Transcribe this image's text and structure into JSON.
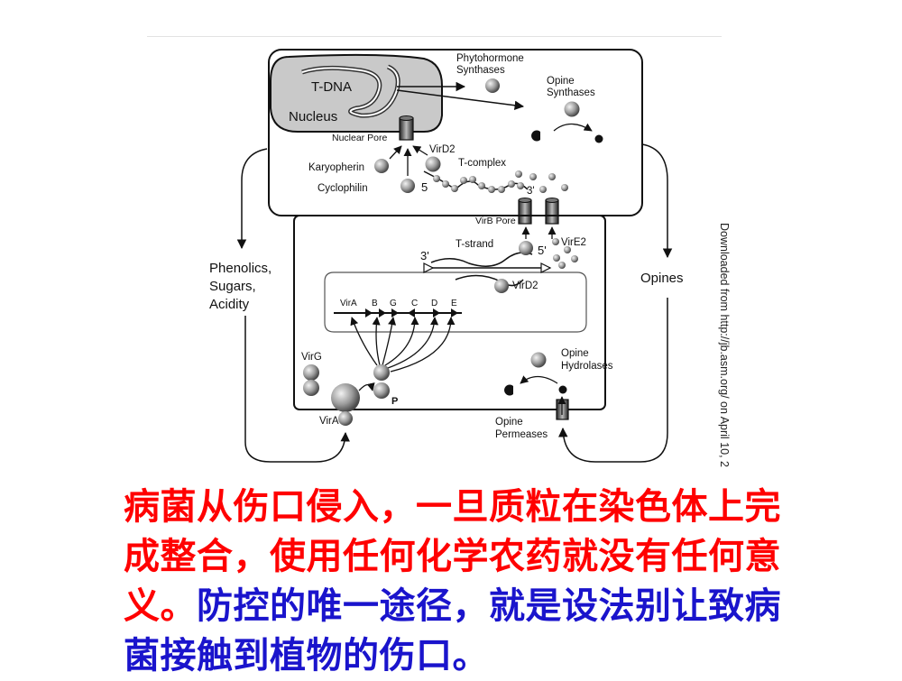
{
  "diagram": {
    "labels": {
      "tdna": "T-DNA",
      "nucleus": "Nucleus",
      "phytohormone": "Phytohormone\nSynthases",
      "opine_synthases": "Opine\nSynthases",
      "nuclear_pore": "Nuclear Pore",
      "karyopherin": "Karyopherin",
      "cyclophilin": "Cyclophilin",
      "virD2_top": "VirD2",
      "t_complex": "T-complex",
      "five_top": "5",
      "three_prime_top": "3'",
      "virB_pore": "VirB Pore",
      "t_strand": "T-strand",
      "three_prime_mid": "3'",
      "five_prime_mid": "5'",
      "virE2": "VirE2",
      "virD2_mid": "VirD2",
      "vir_genes": [
        "VirA",
        "B",
        "G",
        "C",
        "D",
        "E"
      ],
      "virG": "VirG",
      "p": "P",
      "virA": "VirA",
      "opine_hydrolases": "Opine\nHydrolases",
      "opine_permeases": "Opine\nPermeases",
      "phenolics": "Phenolics,\nSugars,\nAcidity",
      "opines": "Opines"
    },
    "watermark": "Downloaded from http://jb.asm.org/ on April 10, 2"
  },
  "caption": {
    "part1": "病菌从伤口侵入，一旦质粒在染色体上完成整合，使用任何化学农药就没有任何意义。",
    "part2": "防控的唯一途径，就是设法别让致病菌接触到植物的伤口。",
    "color_part1": "#ff0000",
    "color_part2": "#1a14cc"
  }
}
